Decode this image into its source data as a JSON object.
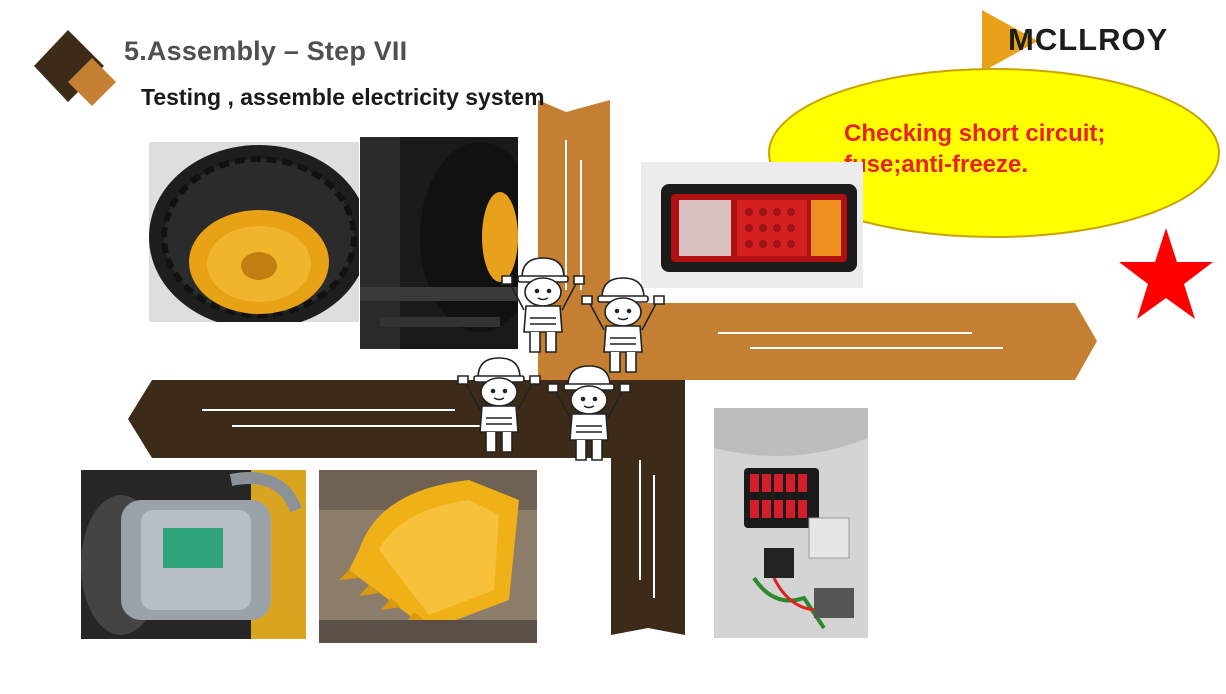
{
  "header": {
    "title": "5.Assembly – Step VII",
    "subtitle": "Testing , assemble electricity  system"
  },
  "logo": {
    "text": "MCLLROY"
  },
  "callout": {
    "line1": "Checking short circuit;",
    "line2": "fuse;anti-freeze."
  },
  "colors": {
    "arrow_brown": "#c47f33",
    "arrow_dark": "#3d2b1a",
    "callout_fill": "#ffff00",
    "callout_text": "#e8202a",
    "star": "#ff0000",
    "title_grey": "#505050"
  },
  "images": [
    {
      "id": "wheel-rim",
      "icon": "wheel-photo"
    },
    {
      "id": "wheel-mounted",
      "icon": "tire-photo"
    },
    {
      "id": "tail-light",
      "icon": "lamp-photo"
    },
    {
      "id": "ac-compressor",
      "icon": "compressor-photo"
    },
    {
      "id": "bucket",
      "icon": "bucket-photo"
    },
    {
      "id": "fuse-box",
      "icon": "fuse-box-photo"
    }
  ],
  "decor": {
    "workers": 4,
    "icon": "worker-icon"
  }
}
